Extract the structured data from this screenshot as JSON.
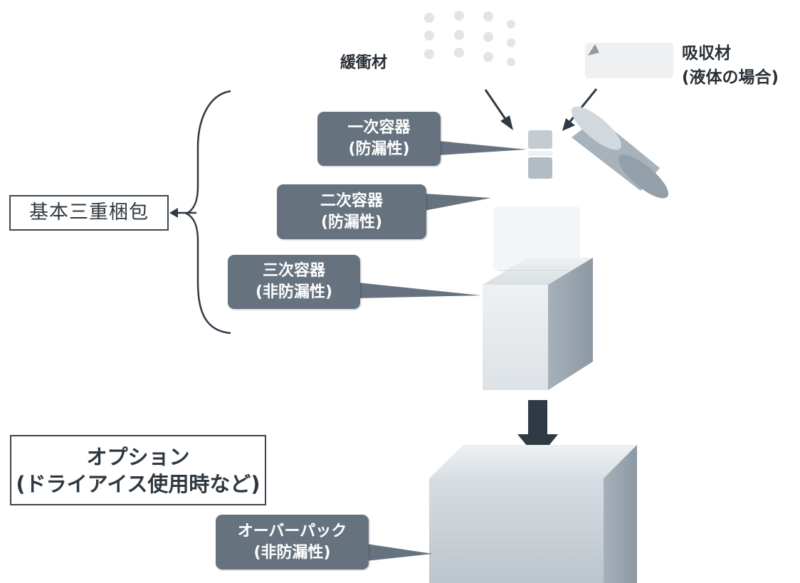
{
  "labels": {
    "cushioning": "緩衝材",
    "absorbent_line1": "吸収材",
    "absorbent_line2": "(液体の場合)",
    "basic_triple_packaging": "基本三重梱包"
  },
  "callouts": {
    "primary": {
      "line1": "一次容器",
      "line2": "(防漏性)"
    },
    "secondary": {
      "line1": "二次容器",
      "line2": "(防漏性)"
    },
    "tertiary": {
      "line1": "三次容器",
      "line2": "(非防漏性)"
    },
    "overpack": {
      "line1": "オーバーパック",
      "line2": "(非防漏性)"
    }
  },
  "option": {
    "line1": "オプション",
    "line2": "(ドライアイス使用時など)"
  },
  "colors": {
    "callout_fill": "#66737f",
    "callout_text": "#ffffff",
    "box_front": "#c9d1d7",
    "box_side": "#9aa6b0",
    "box_top": "#e2e7ea",
    "arrow": "#2f3a45"
  }
}
